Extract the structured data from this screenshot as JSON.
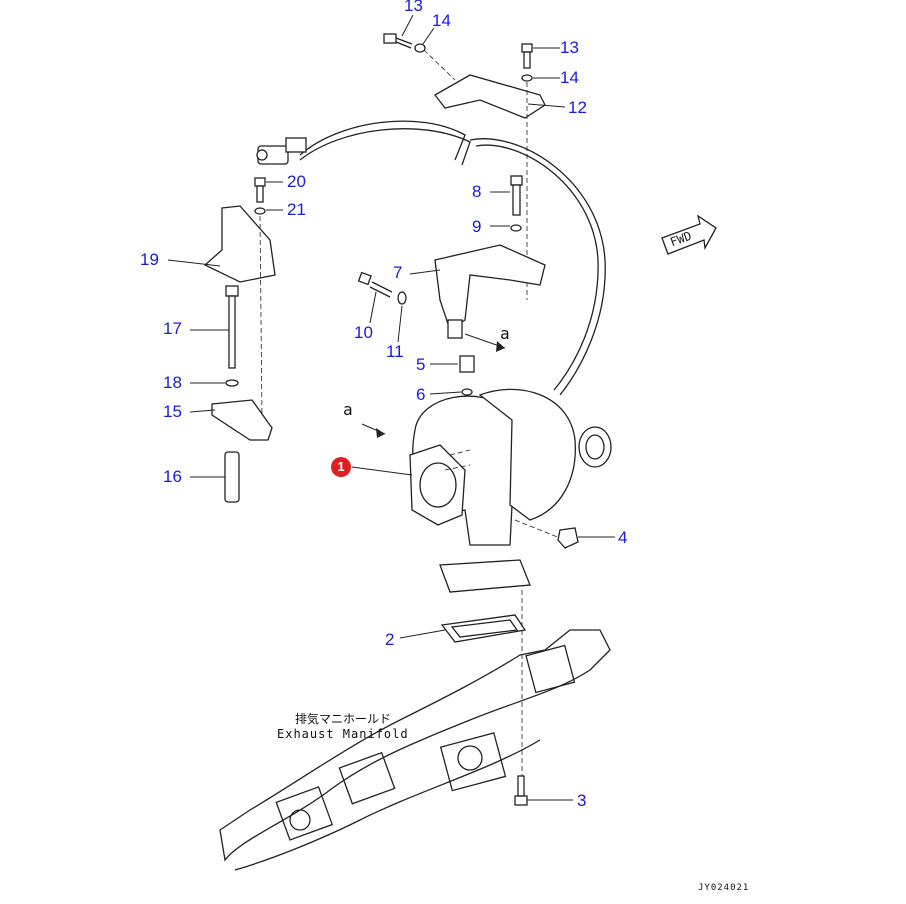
{
  "diagram": {
    "drawing_id": "JY024021",
    "direction_marker": "FWD",
    "manifold_label_jp": "排気マニホールド",
    "manifold_label_en": "Exhaust Manifold",
    "view_marker": "a",
    "callout": "1",
    "callout_color": "#e02020",
    "label_color": "#1a1adc",
    "part_numbers": {
      "p13a": "13",
      "p14a": "14",
      "p13b": "13",
      "p14b": "14",
      "p12": "12",
      "p20": "20",
      "p21": "21",
      "p8": "8",
      "p9": "9",
      "p19": "19",
      "p7": "7",
      "p10": "10",
      "p11": "11",
      "p5": "5",
      "p6": "6",
      "p17": "17",
      "p18": "18",
      "p15": "15",
      "p16": "16",
      "p4": "4",
      "p2": "2",
      "p3": "3"
    }
  }
}
